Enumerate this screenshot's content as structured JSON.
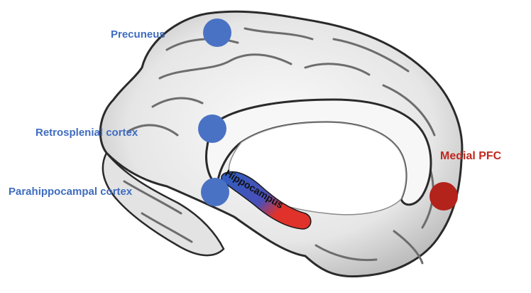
{
  "figure": {
    "labels": {
      "precuneus": "Precuneus",
      "retrosplenial": "Retrosplenial cortex",
      "parahippocampal": "Parahippocampal cortex",
      "hippocampus": "Hippocampus",
      "medial_pfc": "Medial PFC"
    },
    "colors": {
      "posterior_regions": "#4a72c4",
      "label_blue": "#3f6cc0",
      "medial_pfc": "#c0291e",
      "label_red": "#c0291e",
      "hippocampus_blue": "#2e5fc0",
      "hippocampus_red": "#e0322a",
      "brain_fill": "#f1f1f1",
      "brain_outline": "#2a2a2a"
    }
  }
}
